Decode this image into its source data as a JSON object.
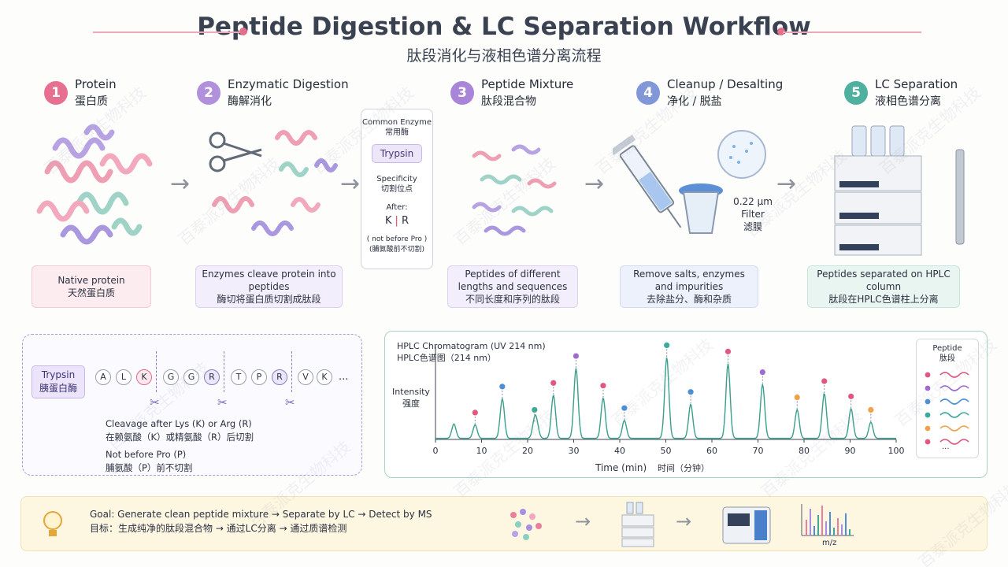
{
  "header": {
    "title": "Peptide Digestion & LC Separation Workflow",
    "subtitle": "肽段消化与液相色谱分离流程"
  },
  "steps": [
    {
      "num": "1",
      "en": "Protein",
      "zh": "蛋白质",
      "color": "#e76f8f",
      "caption_en": "Native protein",
      "caption_zh": "天然蛋白质",
      "caption_bg": "#fcebef"
    },
    {
      "num": "2",
      "en": "Enzymatic Digestion",
      "zh": "酶解消化",
      "color": "#b190dc",
      "caption_en": "Enzymes cleave protein into peptides",
      "caption_zh": "酶切将蛋白质切割成肽段",
      "caption_bg": "#f3eefb"
    },
    {
      "num": "3",
      "en": "Peptide Mixture",
      "zh": "肽段混合物",
      "color": "#a885d9",
      "caption_en": "Peptides of different lengths and sequences",
      "caption_zh": "不同长度和序列的肽段",
      "caption_bg": "#f3eefb"
    },
    {
      "num": "4",
      "en": "Cleanup / Desalting",
      "zh": "净化 / 脱盐",
      "color": "#8297d8",
      "caption_en": "Remove salts, enzymes and impurities",
      "caption_zh": "去除盐分、酶和杂质",
      "caption_bg": "#edf1fb"
    },
    {
      "num": "5",
      "en": "LC Separation",
      "zh": "液相色谱分离",
      "color": "#4fb0a0",
      "caption_en": "Peptides separated on HPLC column",
      "caption_zh": "肽段在HPLC色谱柱上分离",
      "caption_bg": "#e8f5f1"
    }
  ],
  "enzyme_box": {
    "title_en": "Common Enzyme",
    "title_zh": "常用酶",
    "enzyme": "Trypsin",
    "spec_en": "Specificity",
    "spec_zh": "切割位点",
    "after": "After:",
    "k": "K",
    "r": "R",
    "note_en": "( not before Pro )",
    "note_zh": "(脯氨酸前不切割)"
  },
  "filter": {
    "size": "0.22 μm",
    "label_en": "Filter",
    "label_zh": "滤膜"
  },
  "trypsin_panel": {
    "tag_en": "Trypsin",
    "tag_zh": "胰蛋白酶",
    "sequence": [
      "A",
      "L",
      "K",
      "G",
      "G",
      "R",
      "T",
      "P",
      "R",
      "V",
      "K"
    ],
    "ellipsis": "...",
    "rule1_en": "Cleavage after Lys (K) or Arg (R)",
    "rule1_zh": "在赖氨酸（K）或精氨酸（R）后切割",
    "rule2_en": "Not before Pro (P)",
    "rule2_zh": "脯氨酸（P）前不切割"
  },
  "chart_data": {
    "type": "line",
    "title": "HPLC Chromatogram (UV 214 nm)",
    "subtitle": "HPLC色谱图（214 nm）",
    "xlabel": "Time (min)",
    "xlabel_zh": "时间（分钟）",
    "ylabel": "Intensity",
    "ylabel_zh": "强度",
    "xlim": [
      0,
      100
    ],
    "xticks": [
      0,
      10,
      20,
      30,
      40,
      50,
      60,
      70,
      80,
      90,
      100
    ],
    "peaks": [
      {
        "x": 4,
        "h": 0.16
      },
      {
        "x": 8.6,
        "h": 0.15,
        "c": "#e0577f"
      },
      {
        "x": 14.5,
        "h": 0.44,
        "c": "#4b8fd6"
      },
      {
        "x": 22,
        "h": 0.12
      },
      {
        "x": 21.5,
        "h": 0.18,
        "c": "#3fa89a"
      },
      {
        "x": 25.6,
        "h": 0.48,
        "c": "#e0577f"
      },
      {
        "x": 30.5,
        "h": 0.78,
        "c": "#9f6bd3"
      },
      {
        "x": 36.4,
        "h": 0.45,
        "c": "#e0577f"
      },
      {
        "x": 41,
        "h": 0.2,
        "c": "#4b8fd6"
      },
      {
        "x": 50.2,
        "h": 0.9,
        "c": "#3fa89a"
      },
      {
        "x": 55.4,
        "h": 0.38,
        "c": "#4b8fd6"
      },
      {
        "x": 63.5,
        "h": 0.83,
        "c": "#e0577f"
      },
      {
        "x": 71,
        "h": 0.6,
        "c": "#9f6bd3"
      },
      {
        "x": 78.5,
        "h": 0.32,
        "c": "#f0a24a"
      },
      {
        "x": 84.4,
        "h": 0.5,
        "c": "#e0577f"
      },
      {
        "x": 90.2,
        "h": 0.33,
        "c": "#e0577f"
      },
      {
        "x": 94.5,
        "h": 0.18,
        "c": "#f0a24a"
      }
    ],
    "legend": {
      "title_en": "Peptide",
      "title_zh": "肽段",
      "colors": [
        "#e0577f",
        "#9f6bd3",
        "#4b8fd6",
        "#3fa89a",
        "#f0a24a",
        "#e0577f"
      ],
      "more": "..."
    }
  },
  "goal": {
    "text_en": "Goal: Generate clean peptide mixture → Separate by LC → Detect by MS",
    "text_zh": "目标：生成纯净的肽段混合物 → 通过LC分离 → 通过质谱检测",
    "mz": "m/z"
  },
  "watermark": "百泰派克生物科技"
}
